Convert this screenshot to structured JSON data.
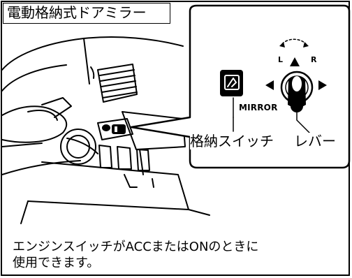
{
  "title": "電動格納式ドアミラー",
  "callouts": {
    "storage_switch": "格納スイッチ",
    "lever": "レバー",
    "switch_marking": "MIRROR",
    "lever_left": "L",
    "lever_right": "R"
  },
  "note": {
    "line1": "エンジンスイッチがACCまたはONのときに",
    "line2": "使用できます。"
  }
}
